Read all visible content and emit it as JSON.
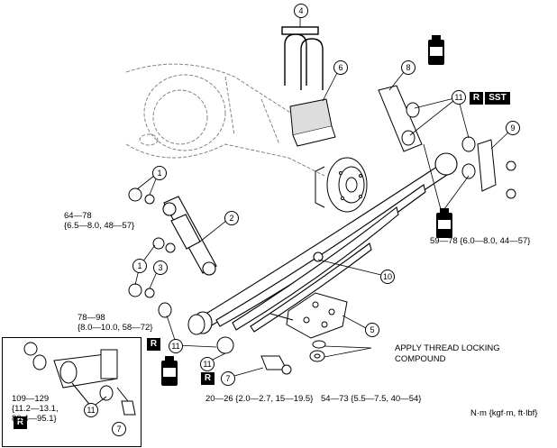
{
  "callouts": {
    "c1": "1",
    "c2": "2",
    "c3": "3",
    "c4": "4",
    "c5": "5",
    "c6": "6",
    "c7": "7",
    "c8": "8",
    "c9": "9",
    "c10": "10",
    "c11": "11"
  },
  "tags": {
    "r": "R",
    "sst": "SST"
  },
  "torque": {
    "t1_line1": "64—78",
    "t1_line2": "{6.5—8.0, 48—57}",
    "t2_line1": "78—98",
    "t2_line2": "{8.0—10.0, 58—72}",
    "t3": "59—78 {6.0—8.0, 44—57}",
    "t4": "20—26 {2.0—2.7, 15—19.5}",
    "t5": "54—73 {5.5—7.5, 40—54}",
    "t6_line1": "109—129",
    "t6_line2": "{11.2—13.1,",
    "t6_line3": "80.4—95.1}"
  },
  "notes": {
    "thread_lock_line1": "APPLY THREAD LOCKING",
    "thread_lock_line2": "COMPOUND",
    "units": "N·m {kgf·m, ft·lbf}"
  },
  "icons": [
    "grease-can-icon"
  ]
}
